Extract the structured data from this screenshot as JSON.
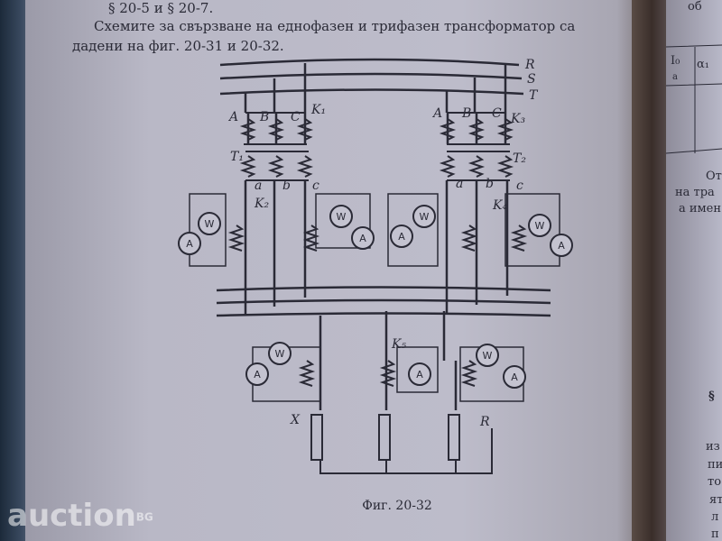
{
  "text": {
    "line0": "§ 20-5 и § 20-7.",
    "line1": "Схемите за свързване на еднофазен и трифазен трансформатор са",
    "line2": "дадени на фиг. 20-31 и 20-32."
  },
  "right_page": {
    "table_col1": "I₀",
    "table_col1_unit": "a",
    "table_col2": "α₁",
    "top": "об",
    "para1": "От",
    "para2": "на тра",
    "para3": "а имен",
    "section": "§",
    "lines": [
      "из",
      "пи",
      "то",
      "ят",
      "л",
      "п"
    ]
  },
  "diagram": {
    "bus_labels": [
      "R",
      "S",
      "T"
    ],
    "t1_primary": [
      "A",
      "B",
      "C"
    ],
    "t1_secondary": [
      "a",
      "b",
      "c"
    ],
    "t2_primary": [
      "A",
      "B",
      "C"
    ],
    "t2_secondary": [
      "a",
      "b",
      "c"
    ],
    "k1": "K₁",
    "k2": "K₂",
    "k3": "K₃",
    "k4": "K₄",
    "k5": "K₅",
    "t1": "T₁",
    "t2": "T₂",
    "ammeter": "A",
    "wattmeter": "W",
    "load_x": "X",
    "load_r": "R",
    "caption": "Фиг. 20-32"
  },
  "watermark": {
    "text": "auction",
    "suffix": "BG"
  }
}
